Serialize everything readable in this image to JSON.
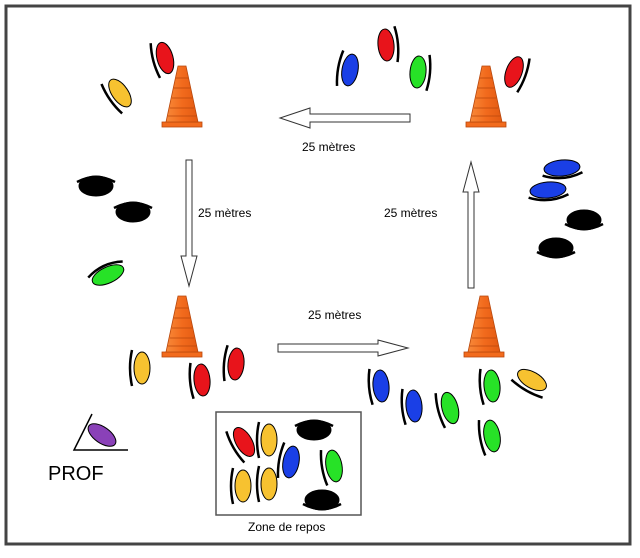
{
  "labels": {
    "top": "25 mètres",
    "left": "25 mètres",
    "right": "25 mètres",
    "bottom": "25 mètres",
    "prof": "PROF",
    "rest_zone": "Zone de repos"
  },
  "colors": {
    "red": "#e8141b",
    "yellow": "#f7c230",
    "green": "#27e227",
    "blue": "#1a3fe6",
    "black": "#000000",
    "purple": "#8a41b8",
    "cone": "#f26b1d",
    "frame": "#555555"
  },
  "icons": [
    "cone-icon",
    "arrow-icon",
    "player-icon",
    "coach-icon"
  ]
}
